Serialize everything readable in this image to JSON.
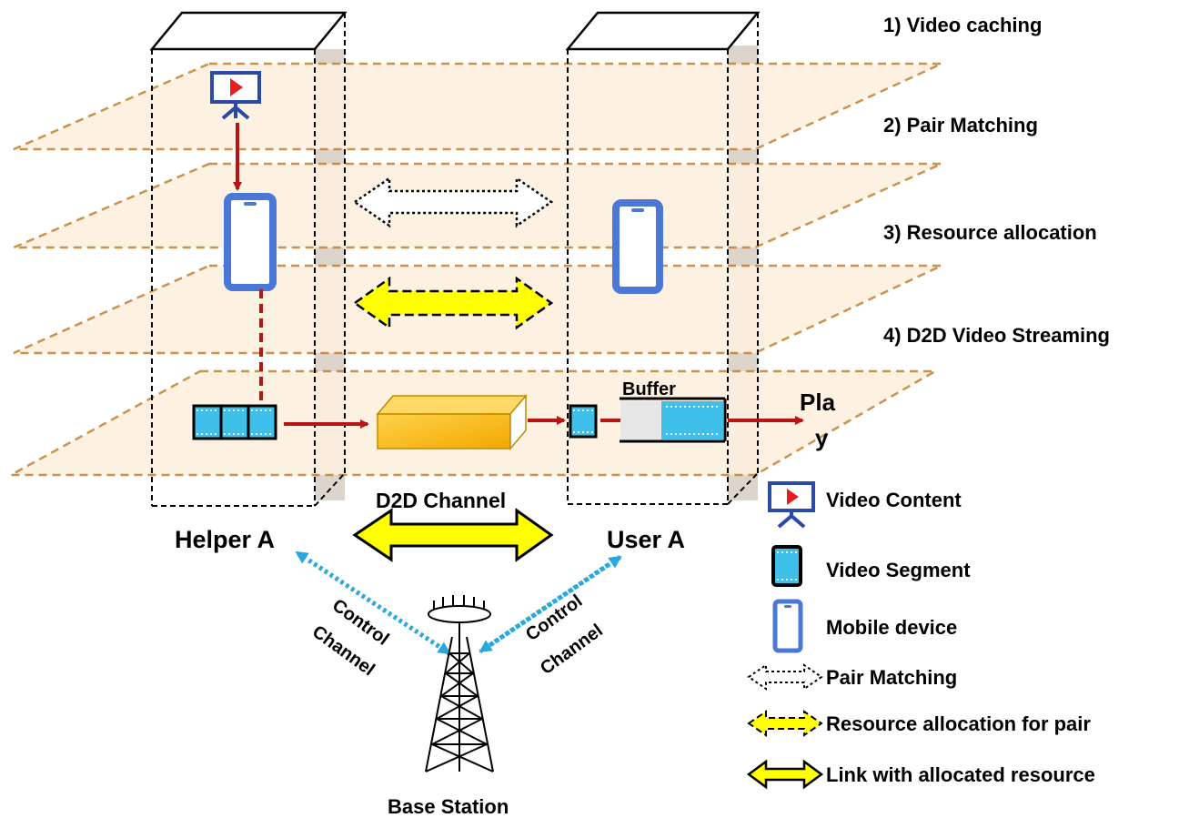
{
  "steps": [
    {
      "label": "1) Video caching"
    },
    {
      "label": "2) Pair Matching"
    },
    {
      "label": "3) Resource allocation"
    },
    {
      "label": "4) D2D Video Streaming"
    }
  ],
  "nodes": {
    "helper": "Helper A",
    "user": "User A",
    "base_station": "Base Station"
  },
  "channels": {
    "d2d": "D2D Channel",
    "control_word1": "Control",
    "control_word2": "Channel"
  },
  "buffer_label": "Buffer",
  "play_label_line1": "Pla",
  "play_label_line2": "y",
  "legend": [
    {
      "icon": "video-content-icon",
      "label": "Video Content"
    },
    {
      "icon": "video-segment-icon",
      "label": "Video Segment"
    },
    {
      "icon": "mobile-device-icon",
      "label": "Mobile device"
    },
    {
      "icon": "dotted-arrow-icon",
      "label": "Pair Matching"
    },
    {
      "icon": "dashed-yellow-arrow-icon",
      "label": "Resource allocation for pair"
    },
    {
      "icon": "solid-yellow-arrow-icon",
      "label": "Link with allocated resource"
    }
  ],
  "colors": {
    "plane_fill": "#fdf0df",
    "plane_border": "#c8893e",
    "dark_red_arrow": "#b81414",
    "device_blue": "#4a78d6",
    "control_blue": "#29a8e0",
    "yellow_arrow": "#ffff00",
    "segment_cyan": "#3fc0ea",
    "box_orange": "#f7b500"
  }
}
